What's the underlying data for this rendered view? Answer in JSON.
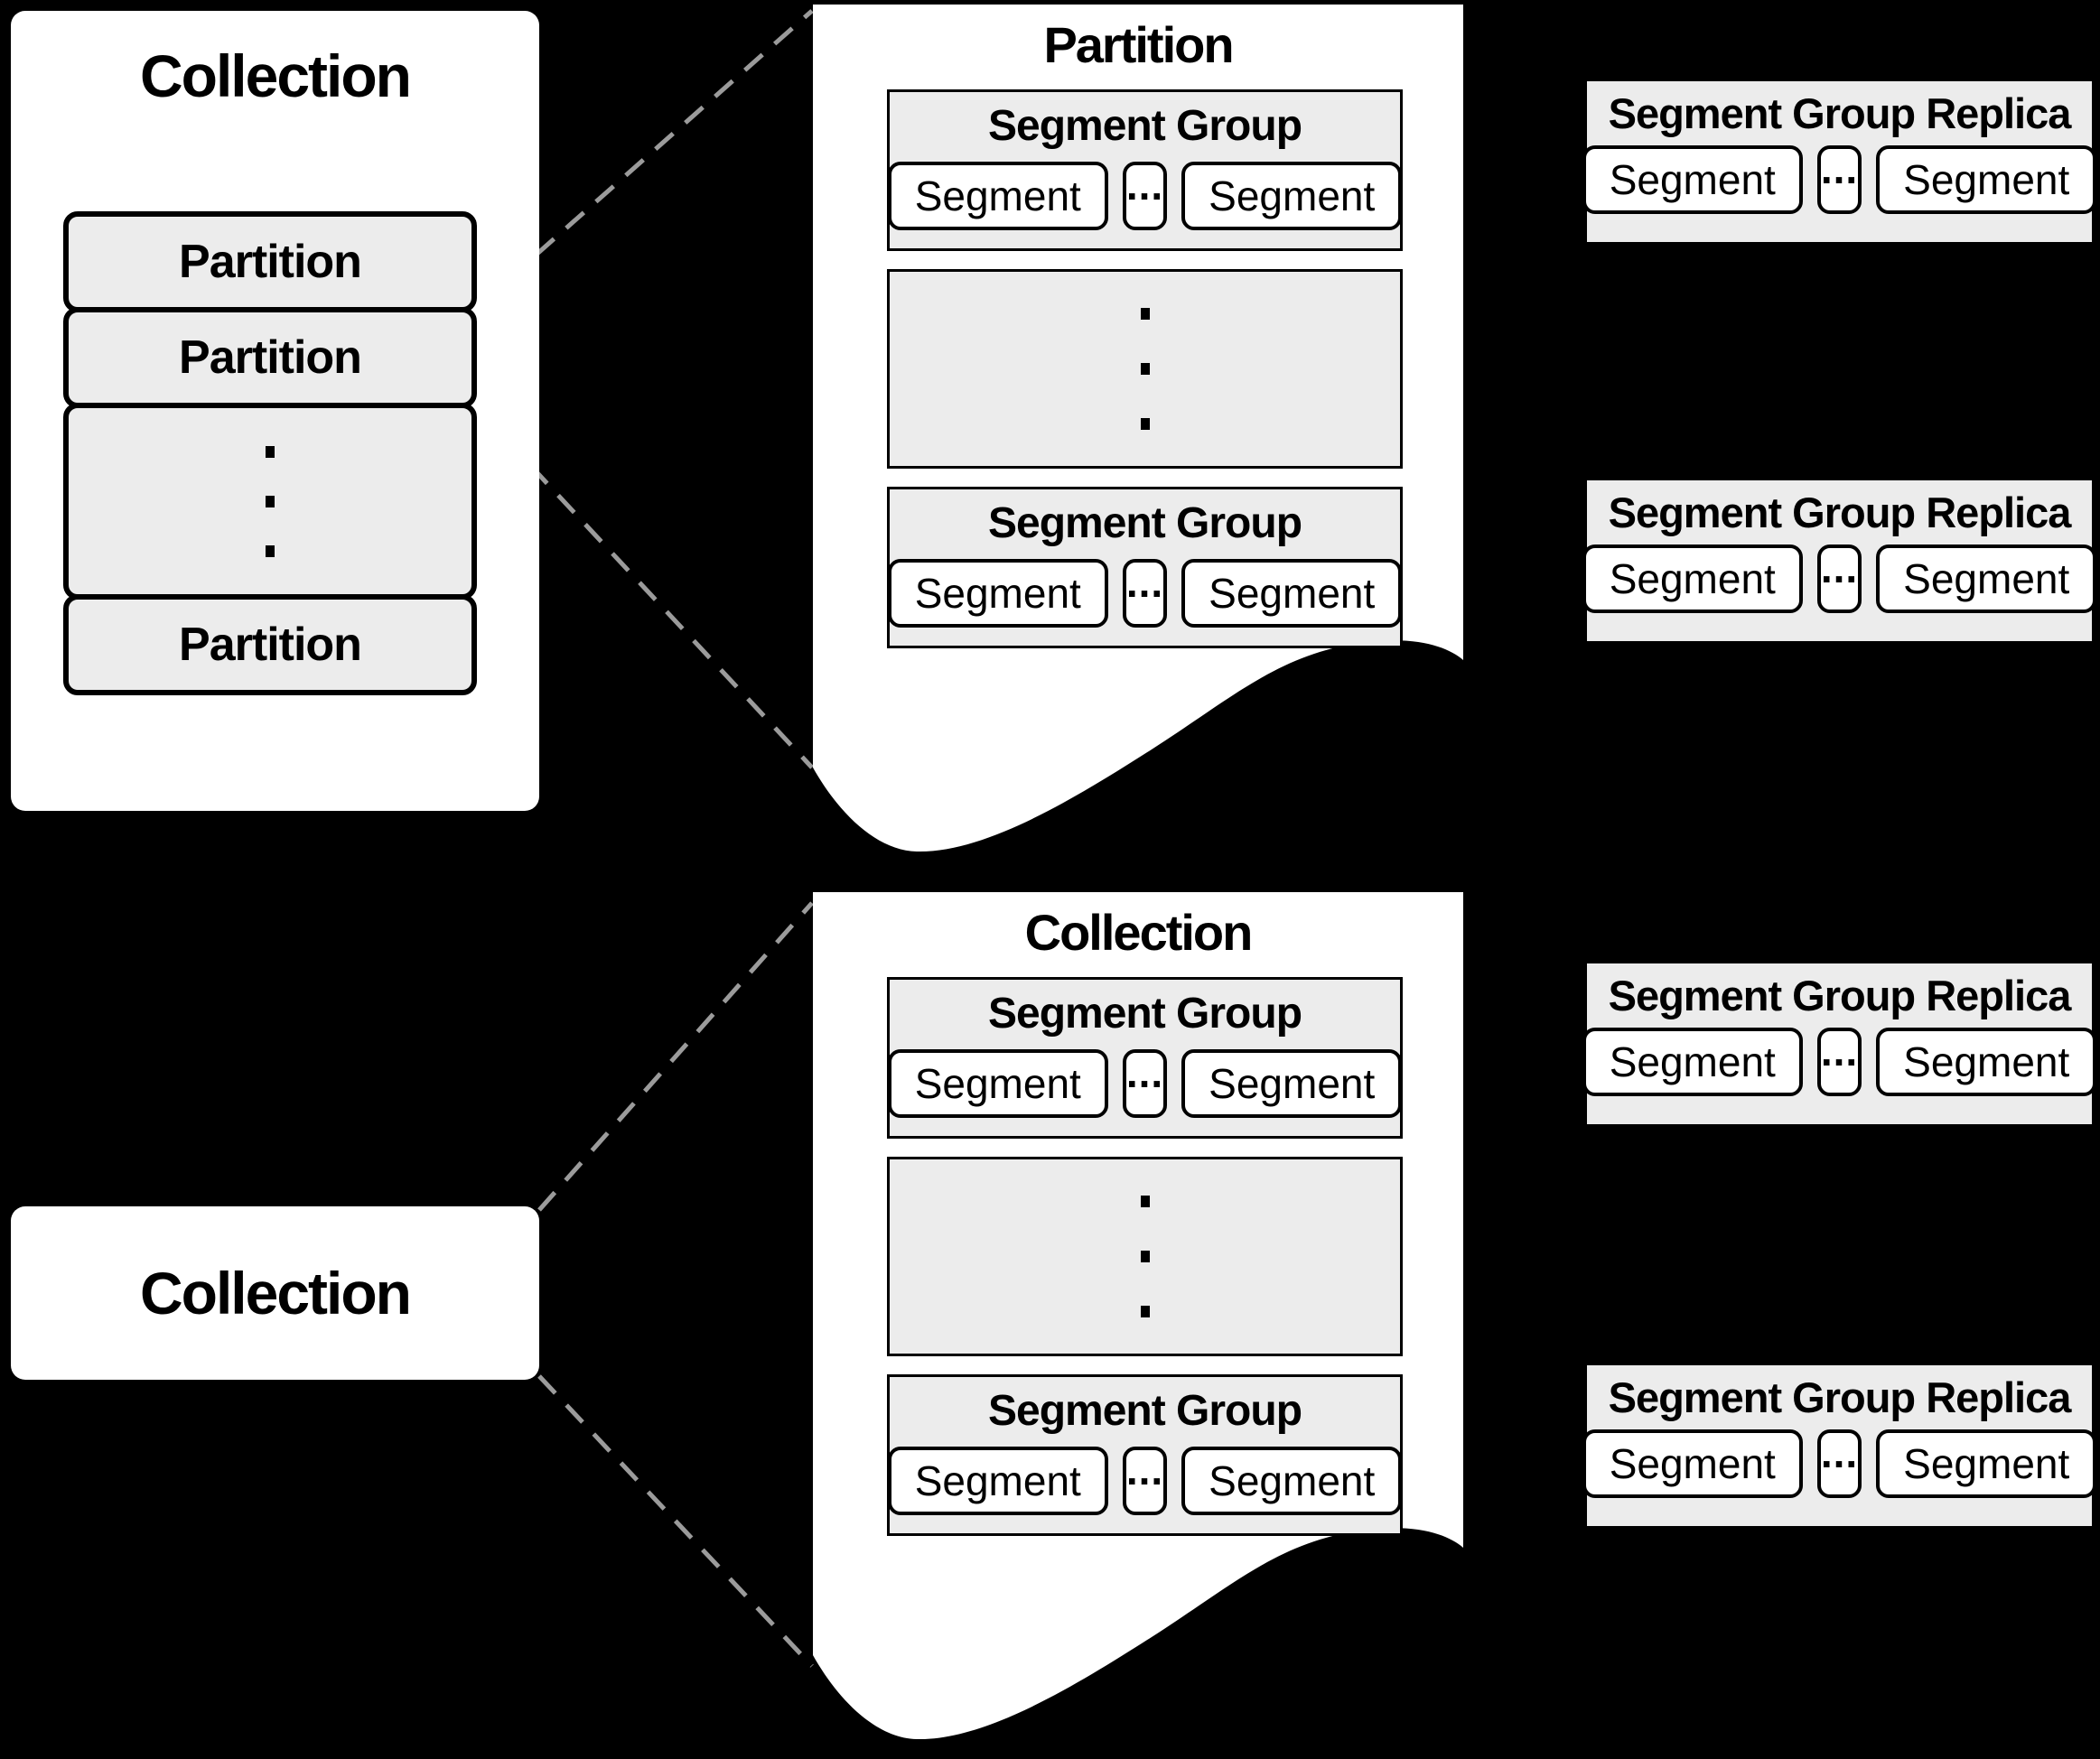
{
  "colors": {
    "background": "#000000",
    "panel_fill": "#ffffff",
    "box_fill": "#ececec",
    "border": "#000000",
    "connector": "#9b9b9b"
  },
  "left_panel": {
    "title": "Collection",
    "partitions": [
      "Partition",
      "Partition",
      "Partition"
    ]
  },
  "collection_box": {
    "label": "Collection"
  },
  "partition_page": {
    "title": "Partition",
    "segment_groups": [
      {
        "title": "Segment Group",
        "segments": [
          "Segment",
          "Segment"
        ],
        "ellipsis": "..."
      },
      {
        "title": "Segment Group",
        "segments": [
          "Segment",
          "Segment"
        ],
        "ellipsis": "..."
      }
    ]
  },
  "collection_page": {
    "title": "Collection",
    "segment_groups": [
      {
        "title": "Segment Group",
        "segments": [
          "Segment",
          "Segment"
        ],
        "ellipsis": "..."
      },
      {
        "title": "Segment Group",
        "segments": [
          "Segment",
          "Segment"
        ],
        "ellipsis": "..."
      }
    ]
  },
  "replicas": [
    {
      "title": "Segment Group Replica",
      "segments": [
        "Segment",
        "Segment"
      ],
      "ellipsis": "..."
    },
    {
      "title": "Segment Group Replica",
      "segments": [
        "Segment",
        "Segment"
      ],
      "ellipsis": "..."
    },
    {
      "title": "Segment Group Replica",
      "segments": [
        "Segment",
        "Segment"
      ],
      "ellipsis": "..."
    },
    {
      "title": "Segment Group Replica",
      "segments": [
        "Segment",
        "Segment"
      ],
      "ellipsis": "..."
    }
  ]
}
